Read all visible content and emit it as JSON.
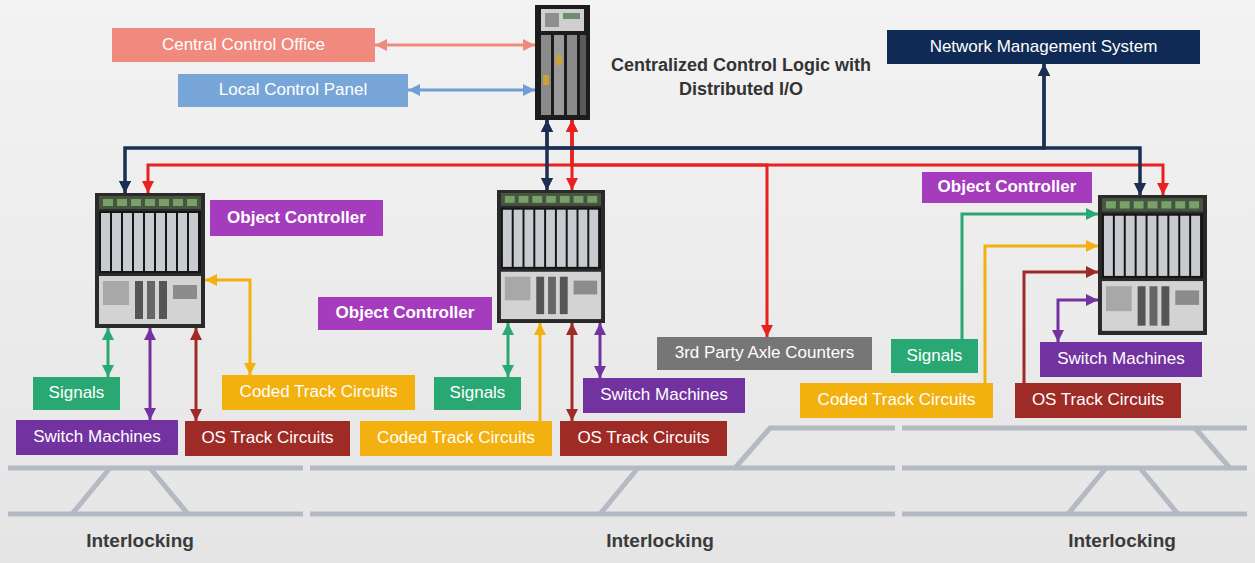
{
  "diagram": {
    "nodes": [
      {
        "text": [
          "Central Control Office"
        ]
      },
      {
        "text": [
          "Local Control Panel"
        ]
      },
      {
        "text": [
          "Centralized Control Logic with Distributed I/O"
        ]
      },
      {
        "text": [
          "Network Management System"
        ]
      },
      {
        "text": [
          "Object Controller"
        ]
      },
      {
        "text": [
          "Object Controller"
        ]
      },
      {
        "text": [
          "Object Controller"
        ]
      },
      {
        "text": [
          "3rd Party Axle Counters"
        ]
      },
      {
        "text": [
          "Signals"
        ]
      },
      {
        "text": [
          "Switch Machines"
        ]
      },
      {
        "text": [
          "OS Track Circuits"
        ]
      },
      {
        "text": [
          "Coded Track Circuits"
        ]
      },
      {
        "text": [
          "Signals"
        ]
      },
      {
        "text": [
          "Coded Track Circuits"
        ]
      },
      {
        "text": [
          "OS Track Circuits"
        ]
      },
      {
        "text": [
          "Switch Machines"
        ]
      },
      {
        "text": [
          "Signals"
        ]
      },
      {
        "text": [
          "Switch Machines"
        ]
      },
      {
        "text": [
          "Coded Track Circuits"
        ]
      },
      {
        "text": [
          "OS Track Circuits"
        ]
      }
    ],
    "edges": [
      {
        "from": 0,
        "to": 2,
        "arrow": "both"
      },
      {
        "from": 1,
        "to": 2,
        "arrow": "both"
      },
      {
        "from": 2,
        "to": 4,
        "arrow": "both"
      },
      {
        "from": 2,
        "to": 5,
        "arrow": "both"
      },
      {
        "from": 2,
        "to": 6,
        "arrow": "both"
      },
      {
        "from": 2,
        "to": 7,
        "arrow": "to"
      },
      {
        "from": 2,
        "to": 4,
        "arrow": "both"
      },
      {
        "from": 2,
        "to": 5,
        "arrow": "both"
      },
      {
        "from": 2,
        "to": 6,
        "arrow": "both"
      },
      {
        "from": 3,
        "to": 4,
        "arrow": "both"
      },
      {
        "from": 3,
        "to": 5,
        "arrow": "both"
      },
      {
        "from": 3,
        "to": 6,
        "arrow": "both"
      },
      {
        "from": 4,
        "to": 8,
        "arrow": "both"
      },
      {
        "from": 4,
        "to": 9,
        "arrow": "both"
      },
      {
        "from": 4,
        "to": 10,
        "arrow": "both"
      },
      {
        "from": 4,
        "to": 11,
        "arrow": "both"
      },
      {
        "from": 5,
        "to": 12,
        "arrow": "both"
      },
      {
        "from": 13,
        "to": 5,
        "arrow": "to"
      },
      {
        "from": 5,
        "to": 14,
        "arrow": "both"
      },
      {
        "from": 5,
        "to": 15,
        "arrow": "both"
      },
      {
        "from": 16,
        "to": 6,
        "arrow": "to"
      },
      {
        "from": 18,
        "to": 6,
        "arrow": "to"
      },
      {
        "from": 19,
        "to": 6,
        "arrow": "to"
      },
      {
        "from": 6,
        "to": 17,
        "arrow": "both"
      }
    ],
    "labels": [
      "Interlocking",
      "Interlocking",
      "Interlocking"
    ]
  }
}
